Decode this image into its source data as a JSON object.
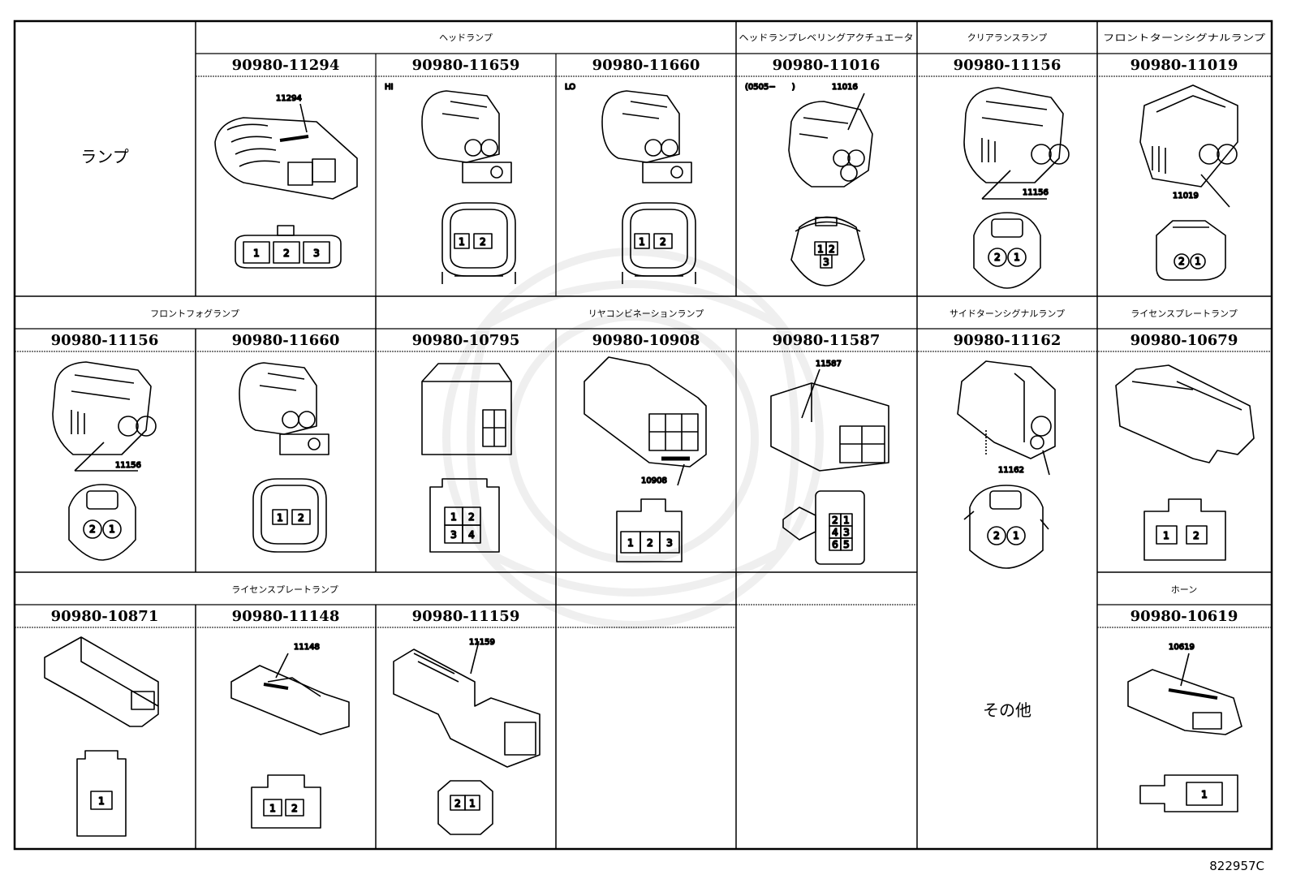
{
  "headers": {
    "lamp": "ランプ",
    "headlamp": "ヘッドランプ",
    "leveling": "ヘッドランプレベリングアクチュエータ",
    "clearance": "クリアランスランプ",
    "front_turn": "フロントターンシグナルランプ",
    "front_fog": "フロントフォグランプ",
    "rear_combo": "リヤコンビネーションランプ",
    "side_turn": "サイドターンシグナルランプ",
    "license_plate_1": "ライセンスプレートランプ",
    "license_plate_2": "ライセンスプレートランプ",
    "horn": "ホーン",
    "other": "その他"
  },
  "parts": {
    "r1": [
      "90980-11294",
      "90980-11659",
      "90980-11660",
      "90980-11016",
      "90980-11156",
      "90980-11019"
    ],
    "r2": [
      "90980-11156",
      "90980-11660",
      "90980-10795",
      "90980-10908",
      "90980-11587",
      "90980-11162",
      "90980-10679"
    ],
    "r3": [
      "90980-10871",
      "90980-11148",
      "90980-11159",
      "90980-10619"
    ]
  },
  "callouts": {
    "c11294": "11294",
    "c11016": "11016",
    "c11156a": "11156",
    "c11019": "11019",
    "c11156b": "11156",
    "c10908": "10908",
    "c11587": "11587",
    "c11162": "11162",
    "c11148": "11148",
    "c11159": "11159",
    "c10619": "10619"
  },
  "notes": {
    "hi": "HI",
    "lo": "LO",
    "date": "(0505−　　)"
  },
  "pins": {
    "p1": "1",
    "p2": "2",
    "p3": "3",
    "p4": "4",
    "p5": "5",
    "p6": "6"
  },
  "reference": "822957C"
}
